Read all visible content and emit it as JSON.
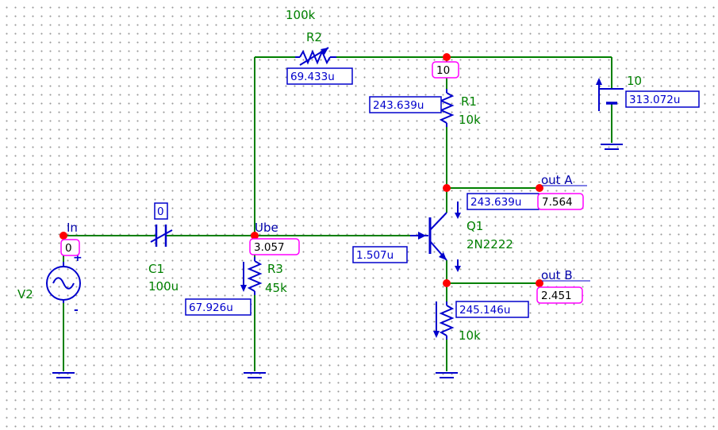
{
  "nets": {
    "in": "In",
    "ube": "Ube",
    "out_a": "out A",
    "out_b": "out B"
  },
  "components": {
    "r2": {
      "name": "R2",
      "value": "100k"
    },
    "r1": {
      "name": "R1",
      "value": "10k"
    },
    "r3": {
      "name": "R3",
      "value": "45k"
    },
    "r4": {
      "value": "10k"
    },
    "c1": {
      "name": "C1",
      "value": "100u"
    },
    "q1": {
      "name": "Q1",
      "model": "2N2222"
    },
    "v2": {
      "name": "V2"
    },
    "v1": {
      "value": "10"
    }
  },
  "readouts": {
    "r2_current": "69.433u",
    "top_node_voltage": "10",
    "r1_current": "243.639u",
    "v1_current": "313.072u",
    "c1_voltage": "0",
    "collector_current": "243.639u",
    "out_a_voltage": "7.564",
    "in_voltage": "0",
    "ube_voltage": "3.057",
    "base_current": "1.507u",
    "r3_current": "67.926u",
    "out_b_voltage": "2.451",
    "r4_current": "245.146u"
  },
  "symbols": {
    "plus": "+",
    "minus": "-"
  },
  "colors": {
    "wire": "#008000",
    "component": "#0000cc",
    "node": "#ff0000",
    "voltage_box": "#ff00ff",
    "grid_dot": "#9a9a9a"
  }
}
